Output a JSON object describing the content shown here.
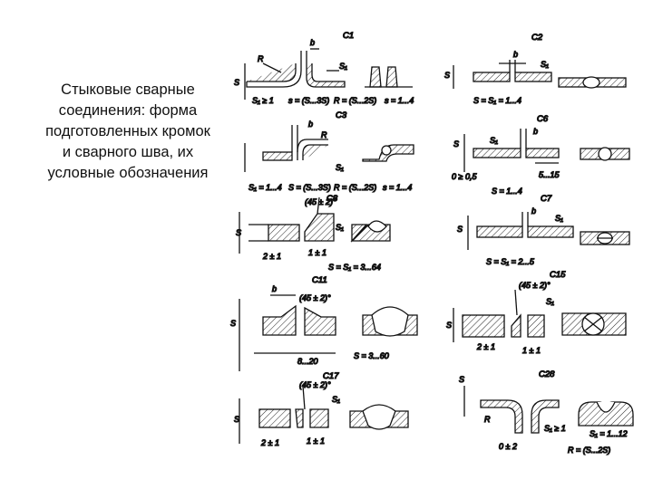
{
  "caption": {
    "lines": [
      "Стыковые сварные",
      "соединения: форма",
      "подготовленных кромок",
      "и сварного шва, их",
      "условные обозначения"
    ]
  },
  "joints": {
    "C1": {
      "code": "C1",
      "dims": [
        "b",
        "R",
        "S₁ ≥ 1",
        "s = (S...3S)",
        "R = (S...2S)",
        "s = 1...4",
        "S",
        "S₁"
      ]
    },
    "C2": {
      "code": "C2",
      "dims": [
        "b",
        "S",
        "S₁",
        "S = S₁ = 1...4"
      ]
    },
    "C3": {
      "code": "C3",
      "dims": [
        "b",
        "R",
        "S₁",
        "S₁ = 1...4",
        "S = (S...3S)",
        "R = (S...2S)",
        "s = 1...4"
      ]
    },
    "C6": {
      "code": "C6",
      "dims": [
        "b",
        "S",
        "S₁",
        "0 ≥ 0,5",
        "S = 1...4",
        "5...15"
      ]
    },
    "C7": {
      "code": "C7",
      "dims": [
        "b",
        "S",
        "S₁",
        "S = S₁ = 2...5"
      ]
    },
    "C8": {
      "code": "C8",
      "dims": [
        "(45 ± 2)°",
        "S",
        "S₁",
        "2 ± 1",
        "1 ± 1",
        "S = S₁ = 3...64"
      ]
    },
    "C11": {
      "code": "C11",
      "dims": [
        "b",
        "(45 ± 2)°",
        "S",
        "8...20",
        "S = 3...60"
      ]
    },
    "C15": {
      "code": "C15",
      "dims": [
        "(45 ± 2)°",
        "S",
        "S₁",
        "2 ± 1",
        "1 ± 1"
      ]
    },
    "C17": {
      "code": "C17",
      "dims": [
        "(45 ± 2)°",
        "S",
        "S₁",
        "2 ± 1",
        "1 ± 1"
      ]
    },
    "C28": {
      "code": "C28",
      "dims": [
        "S",
        "R",
        "S₁ ≥ 1",
        "0 ± 2",
        "S₁ = 1...12",
        "R = (S...2S)"
      ]
    }
  }
}
